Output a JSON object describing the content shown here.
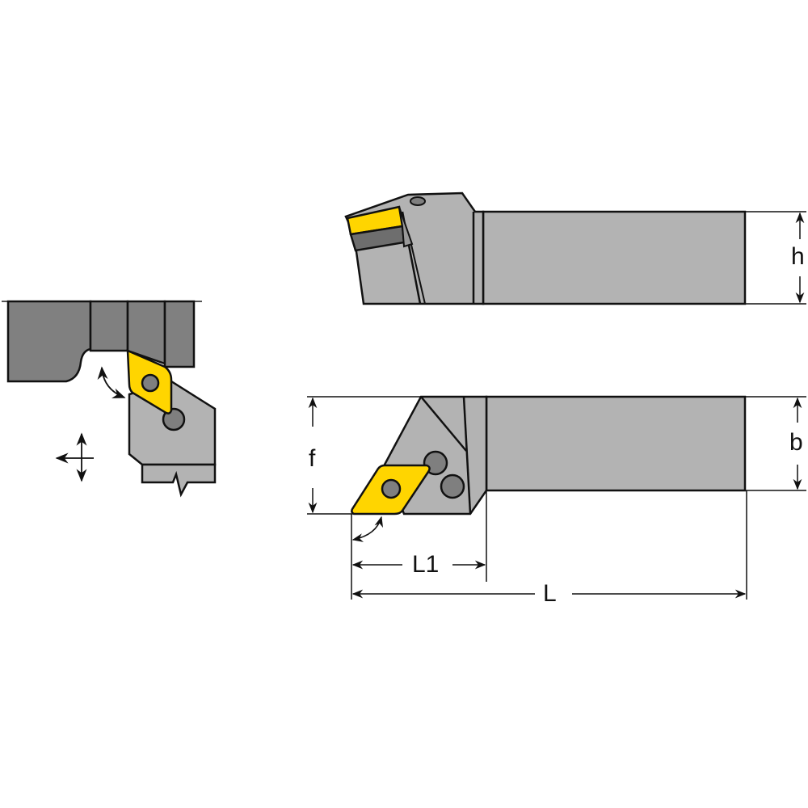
{
  "diagram": {
    "type": "technical-drawing",
    "subject": "toolholder with rhombic insert",
    "colors": {
      "insert": "#FFD500",
      "body_light": "#B3B3B3",
      "body_dark": "#808080",
      "pin": "#7F7F7F",
      "clamp_dark": "#6E6E6E",
      "outline": "#111111",
      "background": "#FFFFFF"
    },
    "views": {
      "side_view": {
        "label": "side-view"
      },
      "top_view": {
        "label": "top-view"
      },
      "application_view": {
        "label": "machining-application-view"
      }
    },
    "dimensions": {
      "h": "h",
      "b": "b",
      "f": "f",
      "L1": "L1",
      "L": "L"
    }
  }
}
